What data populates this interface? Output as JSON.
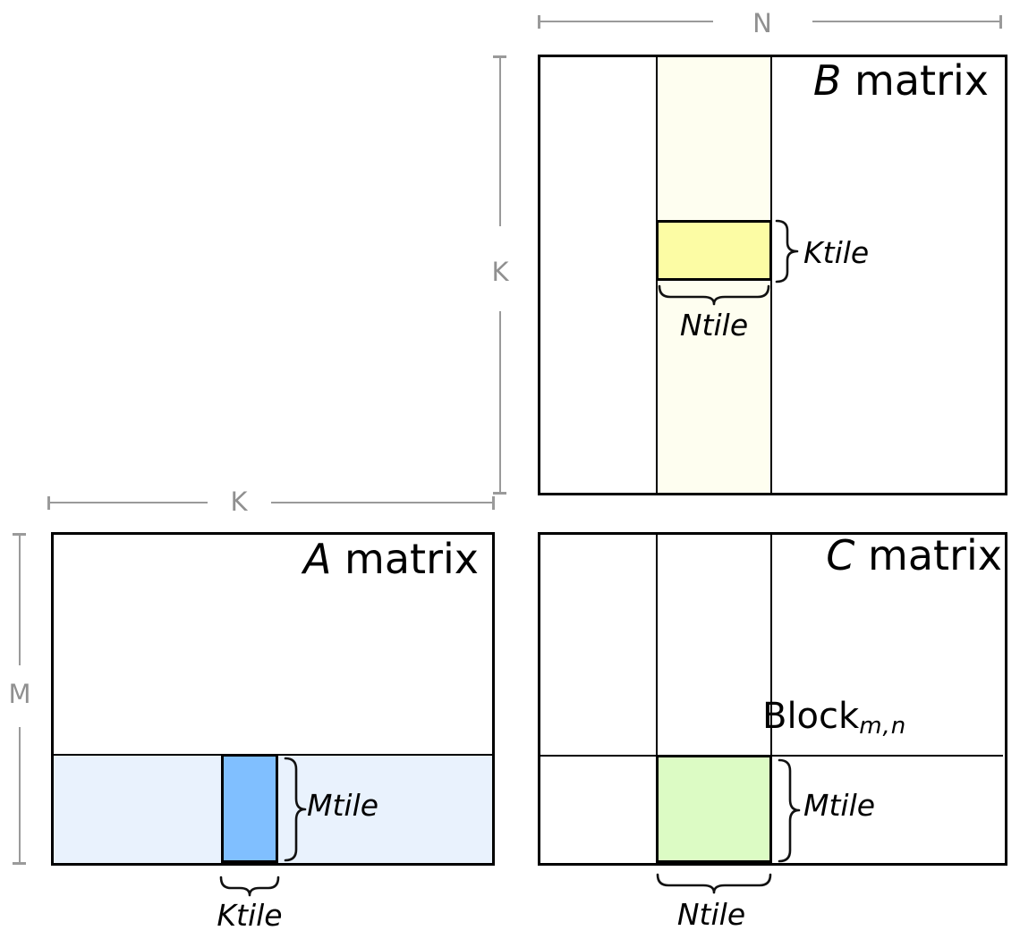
{
  "diagram": {
    "b_matrix": {
      "title_prefix": "B",
      "title_suffix": " matrix",
      "width_dim_label": "N",
      "height_dim_label": "K",
      "ktile_label": "Ktile",
      "ntile_label": "Ntile"
    },
    "a_matrix": {
      "title_prefix": "A",
      "title_suffix": " matrix",
      "width_dim_label": "K",
      "height_dim_label": "M",
      "mtile_label": "Mtile",
      "ktile_label": "Ktile"
    },
    "c_matrix": {
      "title_prefix": "C",
      "title_suffix": " matrix",
      "block_label": "Block",
      "block_subscript": "m,n",
      "mtile_label": "Mtile",
      "ntile_label": "Ntile"
    }
  },
  "colors": {
    "b_column_strip": "#FEFEF0",
    "b_ktile_fill": "#FCFCA4",
    "a_row_strip": "#E9F2FD",
    "a_ktile_fill": "#80BFFF",
    "c_block_fill": "#DCFBC4",
    "dimension_gray": "#9A9A9A",
    "line_black": "#000000"
  }
}
